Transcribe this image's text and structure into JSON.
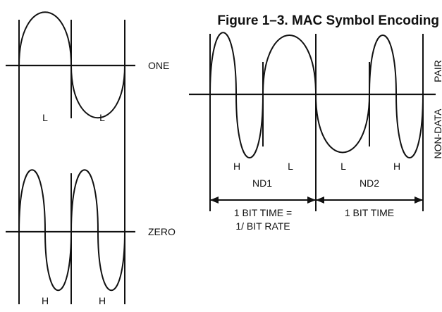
{
  "figure": {
    "title": "Figure 1–3. MAC Symbol Encoding"
  },
  "left": {
    "one_label": "ONE",
    "zero_label": "ZERO",
    "one_halves": [
      "L",
      "L"
    ],
    "zero_halves": [
      "H",
      "H"
    ]
  },
  "right": {
    "halves": [
      "H",
      "L",
      "L",
      "H"
    ],
    "symbols": [
      "ND1",
      "ND2"
    ],
    "bit_time_1_line1": "1 BIT TIME =",
    "bit_time_1_line2": "1/ BIT RATE",
    "bit_time_2": "1 BIT TIME",
    "side_label_pair": "PAIR",
    "side_label_non_data": "NON-DATA"
  }
}
